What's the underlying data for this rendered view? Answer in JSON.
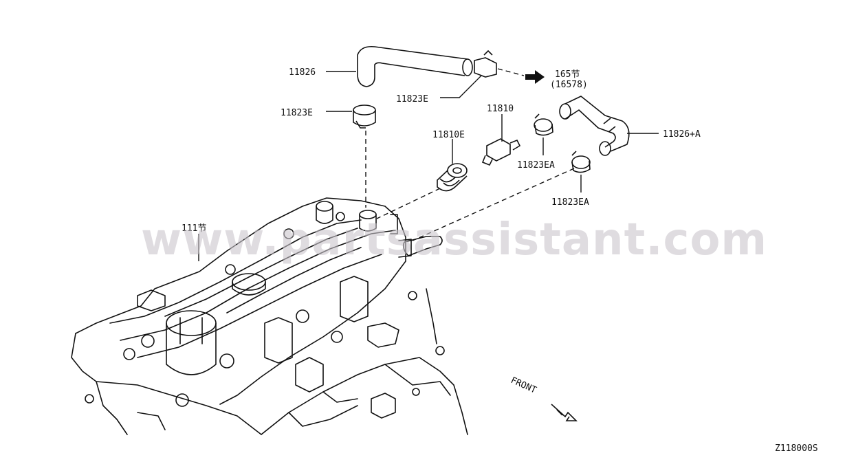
{
  "diagram": {
    "labels": {
      "hose_upper": "11826",
      "clamp_upper": "11823E",
      "clamp_left": "11823E",
      "grommet": "11810E",
      "pcv_valve": "11810",
      "clamp_ea_top": "11823EA",
      "clamp_ea_bottom": "11823EA",
      "hose_right": "11826+A",
      "ref_section": "165节",
      "ref_part": "(16578)",
      "engine_section": "111节",
      "front": "FRONT"
    },
    "diagram_code": "Z118000S",
    "watermark": "www.partsassistant.com"
  },
  "colors": {
    "line": "#111111",
    "watermark": "#c9c5cb"
  }
}
